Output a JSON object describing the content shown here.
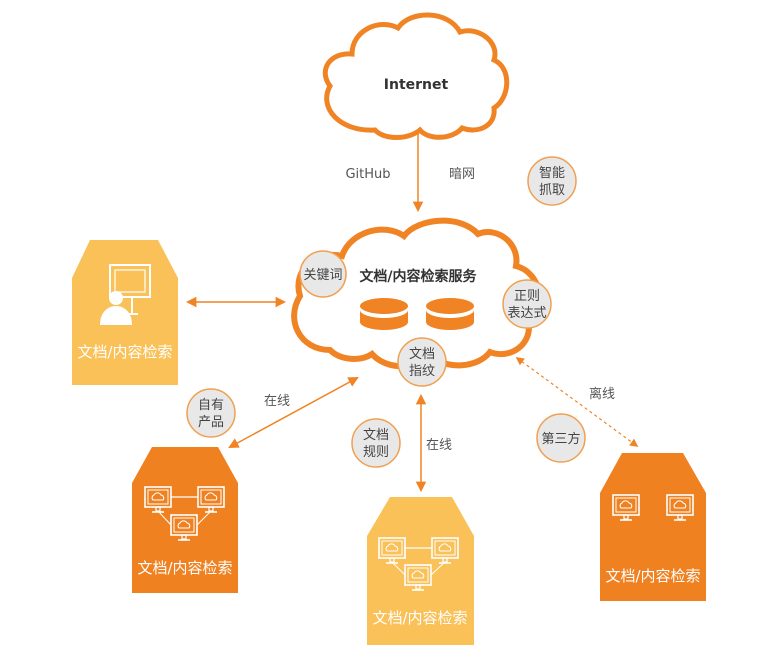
{
  "colors": {
    "orange": "#F08424",
    "dark_orange": "#EF8121",
    "light_orange": "#F9C158",
    "bubble_fill": "#E8E8E8",
    "bubble_stroke": "#F0A050",
    "text_dark": "#333333",
    "text_gray": "#555555",
    "white": "#FFFFFF"
  },
  "internet_cloud": {
    "label": "Internet"
  },
  "service_cloud": {
    "label": "文档/内容检索服务",
    "database_icons": [
      "database-icon",
      "database-icon"
    ]
  },
  "upstream_labels": {
    "left": "GitHub",
    "right": "暗网"
  },
  "bubbles": [
    {
      "id": "smart-crawl",
      "lines": [
        "智能",
        "抓取"
      ]
    },
    {
      "id": "keyword",
      "lines": [
        "关键词"
      ]
    },
    {
      "id": "regex",
      "lines": [
        "正则",
        "表达式"
      ]
    },
    {
      "id": "doc-fingerprint",
      "lines": [
        "文档",
        "指纹"
      ]
    },
    {
      "id": "own-product",
      "lines": [
        "自有",
        "产品"
      ]
    },
    {
      "id": "doc-rules",
      "lines": [
        "文档",
        "规则"
      ]
    },
    {
      "id": "third-party",
      "lines": [
        "第三方"
      ]
    }
  ],
  "connection_labels": {
    "left_online": "在线",
    "center_online": "在线",
    "right_offline": "离线"
  },
  "clients": [
    {
      "id": "client-top-left",
      "label": "文档/内容检索",
      "icon": "user-monitor-icon",
      "style": "light"
    },
    {
      "id": "client-bottom-left",
      "label": "文档/内容检索",
      "icon": "network-monitors-icon",
      "style": "dark"
    },
    {
      "id": "client-bottom-center",
      "label": "文档/内容检索",
      "icon": "network-monitors-icon",
      "style": "light"
    },
    {
      "id": "client-bottom-right",
      "label": "文档/内容检索",
      "icon": "two-monitors-icon",
      "style": "dark"
    }
  ]
}
